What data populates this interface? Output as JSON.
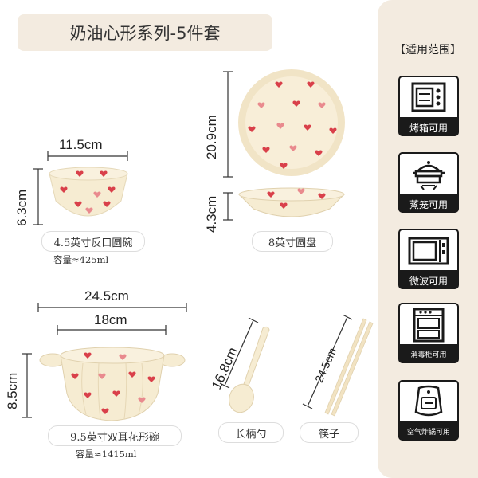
{
  "title": "奶油心形系列-5件套",
  "sidebar": {
    "heading": "【适用范围】",
    "items": [
      {
        "label": "烤箱可用",
        "icon": "oven-icon"
      },
      {
        "label": "蒸笼可用",
        "icon": "steamer-icon"
      },
      {
        "label": "微波可用",
        "icon": "microwave-icon"
      },
      {
        "label": "消毒柜可用",
        "icon": "sterilizer-cabinet-icon"
      },
      {
        "label": "空气炸锅可用",
        "icon": "air-fryer-icon"
      }
    ]
  },
  "products": {
    "small_bowl": {
      "width": "11.5cm",
      "height": "6.3cm",
      "name": "4.5英寸反口圆碗",
      "capacity": "容量≈425ml"
    },
    "plate": {
      "width": "20.9cm",
      "height": "4.3cm",
      "name": "8英寸圆盘"
    },
    "big_bowl": {
      "outer_width": "24.5cm",
      "inner_width": "18cm",
      "height": "8.5cm",
      "name": "9.5英寸双耳花形碗",
      "capacity": "容量≈1415ml"
    },
    "spoon": {
      "length": "16.8cm",
      "name": "长柄勺"
    },
    "chopsticks": {
      "length": "24.5cm",
      "name": "筷子"
    }
  },
  "colors": {
    "cream": "#f6ecd2",
    "heart": "#d9404a",
    "panel": "#f3ebe0",
    "card": "#1a1a1a"
  }
}
